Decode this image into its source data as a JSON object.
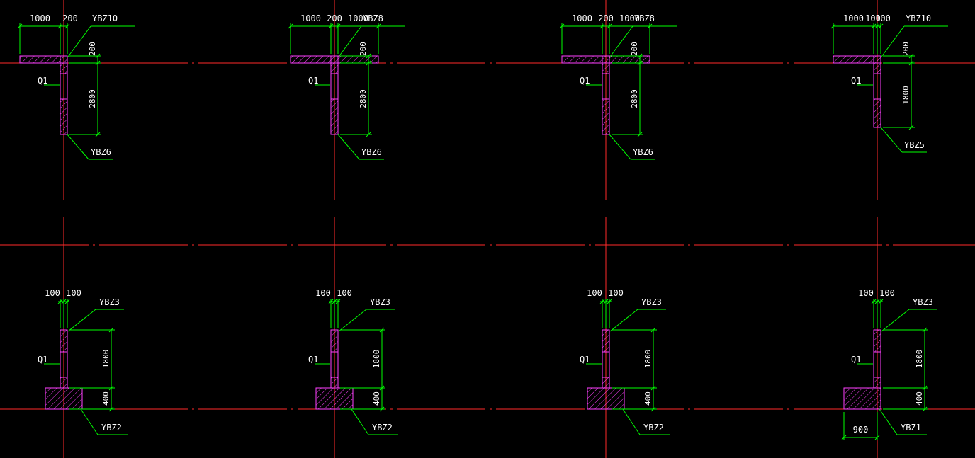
{
  "colors": {
    "background": "#000000",
    "axis": "#ff2a2a",
    "wall": "#ff40ff",
    "dimension": "#00ff00",
    "text": "#ffffff"
  },
  "top_row": [
    {
      "dims_top": [
        "1000",
        "200"
      ],
      "tag_top": "YBZ10",
      "dim_right_small": "200",
      "dim_right_big": "2800",
      "wall_label": "Q1",
      "tag_bottom": "YBZ6"
    },
    {
      "dims_top": [
        "1000",
        "200",
        "1000"
      ],
      "tag_top": "YBZ8",
      "dim_right_small": "200",
      "dim_right_big": "2800",
      "wall_label": "Q1",
      "tag_bottom": "YBZ6"
    },
    {
      "dims_top": [
        "1000",
        "200",
        "1000"
      ],
      "tag_top": "YBZ8",
      "dim_right_small": "200",
      "dim_right_big": "2800",
      "wall_label": "Q1",
      "tag_bottom": "YBZ6"
    },
    {
      "dims_top": [
        "1000",
        "100",
        "100"
      ],
      "tag_top": "YBZ10",
      "dim_right_small": "200",
      "dim_right_big": "1800",
      "wall_label": "Q1",
      "tag_bottom": "YBZ5"
    }
  ],
  "bottom_row": [
    {
      "dims_top": [
        "100",
        "100"
      ],
      "tag_top": "YBZ3",
      "dim_right_big": "1800",
      "dim_right_small": "400",
      "wall_label": "Q1",
      "tag_bottom": "YBZ2",
      "dim_bottom": ""
    },
    {
      "dims_top": [
        "100",
        "100"
      ],
      "tag_top": "YBZ3",
      "dim_right_big": "1800",
      "dim_right_small": "400",
      "wall_label": "Q1",
      "tag_bottom": "YBZ2",
      "dim_bottom": ""
    },
    {
      "dims_top": [
        "100",
        "100"
      ],
      "tag_top": "YBZ3",
      "dim_right_big": "1800",
      "dim_right_small": "400",
      "wall_label": "Q1",
      "tag_bottom": "YBZ2",
      "dim_bottom": ""
    },
    {
      "dims_top": [
        "100",
        "100"
      ],
      "tag_top": "YBZ3",
      "dim_right_big": "1800",
      "dim_right_small": "400",
      "wall_label": "Q1",
      "tag_bottom": "YBZ1",
      "dim_bottom": "900"
    }
  ]
}
